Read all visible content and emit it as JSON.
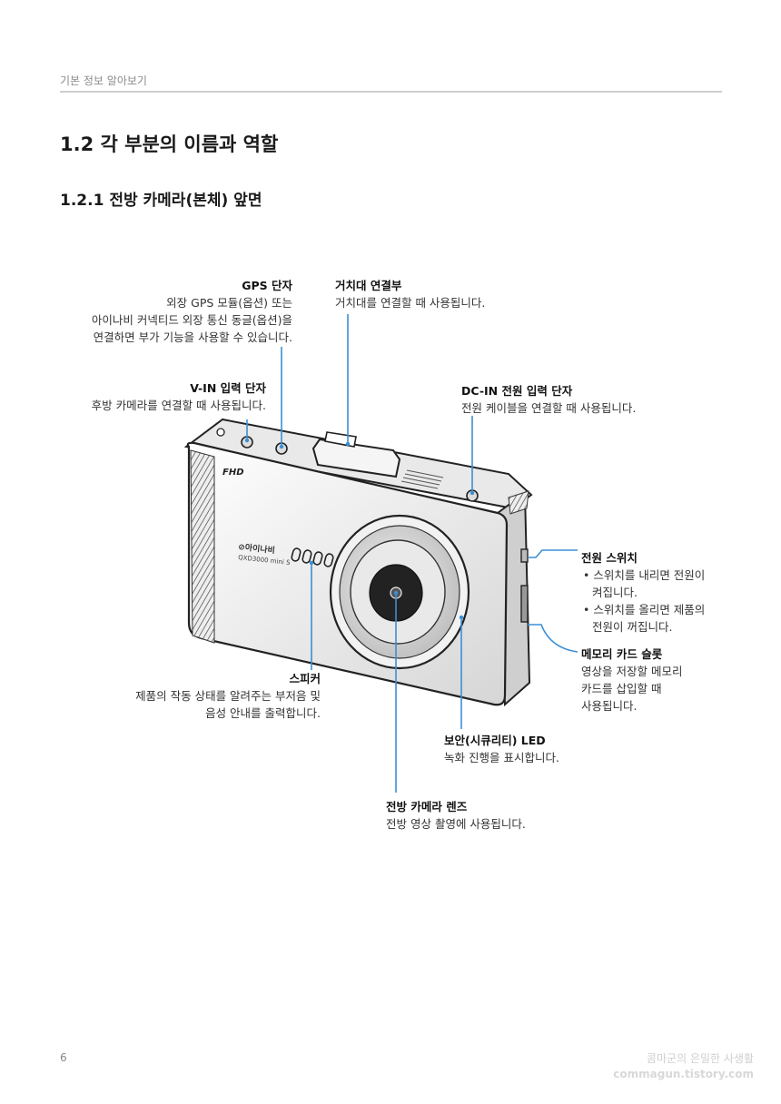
{
  "header": {
    "section": "기본 정보 알아보기"
  },
  "heading1": "1.2   각 부분의 이름과 역할",
  "heading2": "1.2.1   전방 카메라(본체) 앞면",
  "device": {
    "brand": "⊘아이나비",
    "model": "QXD3000 mini S",
    "fhd": "FHD"
  },
  "callouts": {
    "gps": {
      "title": "GPS 단자",
      "desc": "외장 GPS 모듈(옵션) 또는\n아이나비 커넥티드 외장 통신 동글(옵션)을\n연결하면 부가 기능을 사용할 수 있습니다."
    },
    "mount": {
      "title": "거치대 연결부",
      "desc": "거치대를 연결할 때 사용됩니다."
    },
    "vin": {
      "title": "V-IN 입력 단자",
      "desc": "후방 카메라를 연결할 때 사용됩니다."
    },
    "dcin": {
      "title": "DC-IN 전원 입력 단자",
      "desc": "전원 케이블을 연결할 때 사용됩니다."
    },
    "power": {
      "title": "전원 스위치",
      "bullet1": "• 스위치를 내리면 전원이\n켜집니다.",
      "bullet2": "• 스위치를 올리면 제품의\n전원이 꺼집니다."
    },
    "memory": {
      "title": "메모리 카드 슬롯",
      "desc": "영상을 저장할 메모리\n카드를 삽입할 때\n사용됩니다."
    },
    "speaker": {
      "title": "스피커",
      "desc": "제품의 작동 상태를 알려주는 부저음 및\n음성 안내를 출력합니다."
    },
    "led": {
      "title": "보안(시큐리티) LED",
      "desc": "녹화 진행을 표시합니다."
    },
    "lens": {
      "title": "전방 카메라 렌즈",
      "desc": "전방 영상 촬영에 사용됩니다."
    }
  },
  "footer": {
    "page_number": "6",
    "watermark_line1": "콤마군의 은밀한 사생활",
    "watermark_line2": "commagun.tistory.com"
  },
  "colors": {
    "leader": "#3b8fd6",
    "rule": "#cfcfcf"
  }
}
